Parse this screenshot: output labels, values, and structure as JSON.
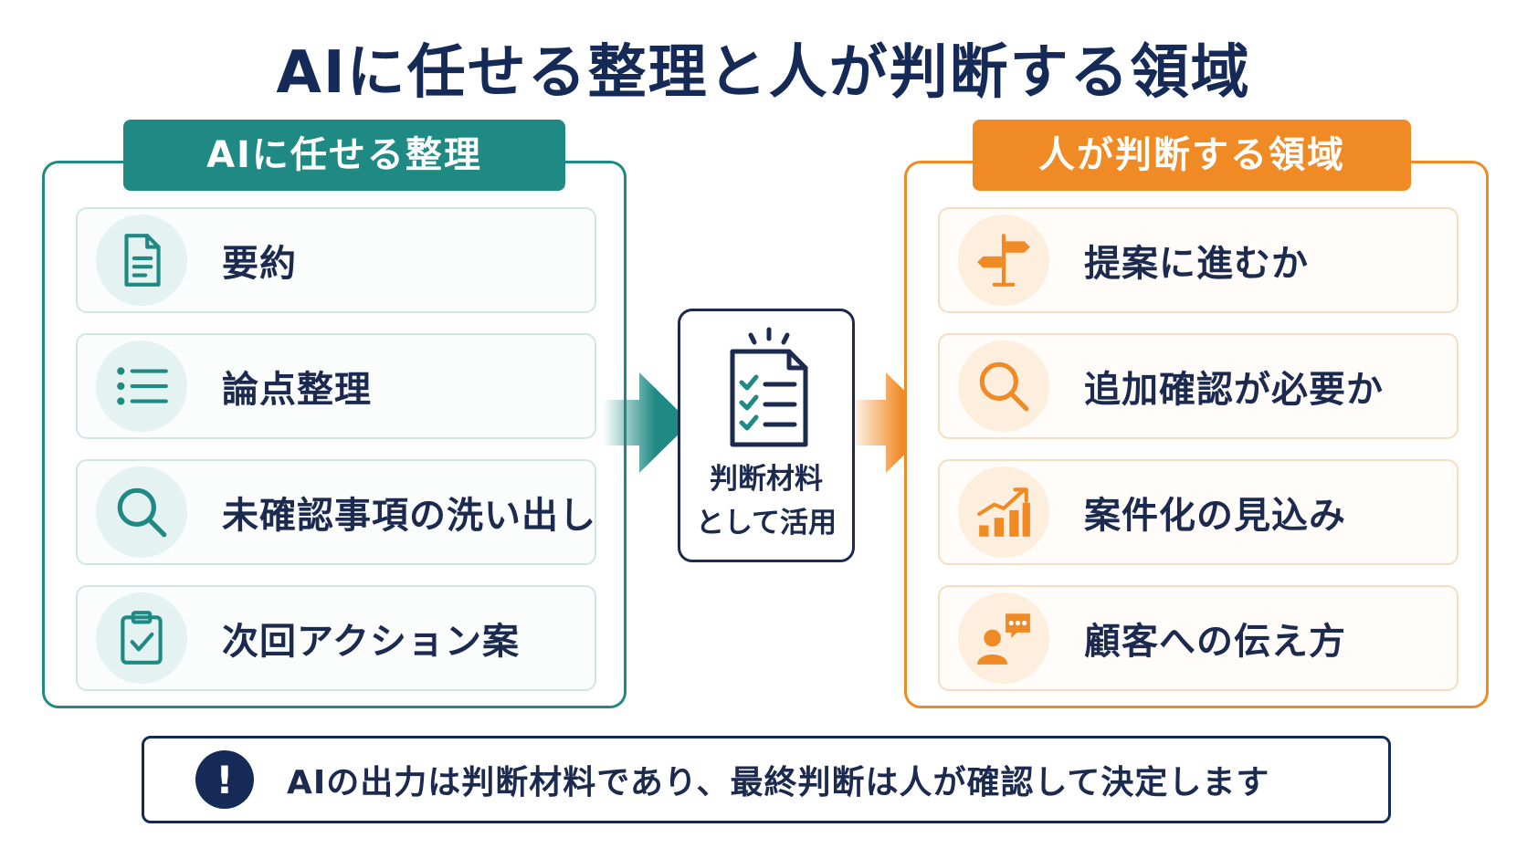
{
  "title": "AIに任せる整理と人が判断する領域",
  "colors": {
    "teal": "#1f8a84",
    "orange": "#f08a24",
    "navy": "#152a57"
  },
  "left_panel": {
    "header": "AIに任せる整理",
    "items": [
      {
        "label": "要約",
        "icon": "document-icon"
      },
      {
        "label": "論点整理",
        "icon": "list-icon"
      },
      {
        "label": "未確認事項の洗い出し",
        "icon": "search-icon"
      },
      {
        "label": "次回アクション案",
        "icon": "clipboard-check-icon"
      }
    ]
  },
  "center": {
    "line1": "判断材料",
    "line2": "として活用",
    "icon": "checklist-icon"
  },
  "right_panel": {
    "header": "人が判断する領域",
    "items": [
      {
        "label": "提案に進むか",
        "icon": "signpost-icon"
      },
      {
        "label": "追加確認が必要か",
        "icon": "search-icon"
      },
      {
        "label": "案件化の見込み",
        "icon": "growth-chart-icon"
      },
      {
        "label": "顧客への伝え方",
        "icon": "person-speech-icon"
      }
    ]
  },
  "note": {
    "icon_glyph": "!",
    "text": "AIの出力は判断材料であり、最終判断は人が確認して決定します"
  }
}
